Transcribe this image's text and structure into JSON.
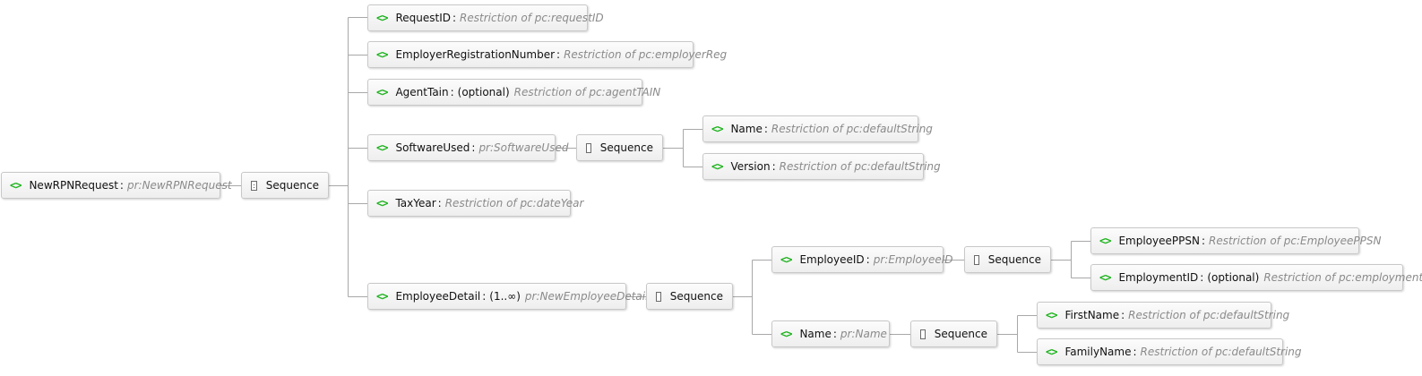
{
  "nodes": {
    "root": {
      "name": "NewRPNRequest",
      "type": "pr:NewRPNRequest"
    },
    "seq1": {
      "label": "Sequence"
    },
    "requestId": {
      "name": "RequestID",
      "type": "Restriction of pc:requestID"
    },
    "employerReg": {
      "name": "EmployerRegistrationNumber",
      "type": "Restriction of pc:employerReg"
    },
    "agentTain": {
      "name": "AgentTain",
      "occurrence": "(optional)",
      "type": "Restriction of pc:agentTAIN"
    },
    "softwareUsed": {
      "name": "SoftwareUsed",
      "type": "pr:SoftwareUsed"
    },
    "seqSoftware": {
      "label": "Sequence"
    },
    "swName": {
      "name": "Name",
      "type": "Restriction of pc:defaultString"
    },
    "swVersion": {
      "name": "Version",
      "type": "Restriction of pc:defaultString"
    },
    "taxYear": {
      "name": "TaxYear",
      "type": "Restriction of pc:dateYear"
    },
    "employeeDetail": {
      "name": "EmployeeDetail",
      "occurrence": "(1..∞)",
      "type": "pr:NewEmployeeDetail"
    },
    "seqEmpDetail": {
      "label": "Sequence"
    },
    "employeeId": {
      "name": "EmployeeID",
      "type": "pr:EmployeeID"
    },
    "seqEmpId": {
      "label": "Sequence"
    },
    "employeePpsn": {
      "name": "EmployeePPSN",
      "type": "Restriction of pc:EmployeePPSN"
    },
    "employmentId": {
      "name": "EmploymentID",
      "occurrence": "(optional)",
      "type": "Restriction of pc:employmentID"
    },
    "empName": {
      "name": "Name",
      "type": "pr:Name"
    },
    "seqName": {
      "label": "Sequence"
    },
    "firstName": {
      "name": "FirstName",
      "type": "Restriction of pc:defaultString"
    },
    "familyName": {
      "name": "FamilyName",
      "type": "Restriction of pc:defaultString"
    }
  },
  "icons": {
    "element": "element-icon",
    "sequence": "sequence-icon"
  },
  "colors": {
    "element_icon": "#1bb21b",
    "type_text": "#8a8a8a",
    "connector": "#a8a8a8"
  }
}
